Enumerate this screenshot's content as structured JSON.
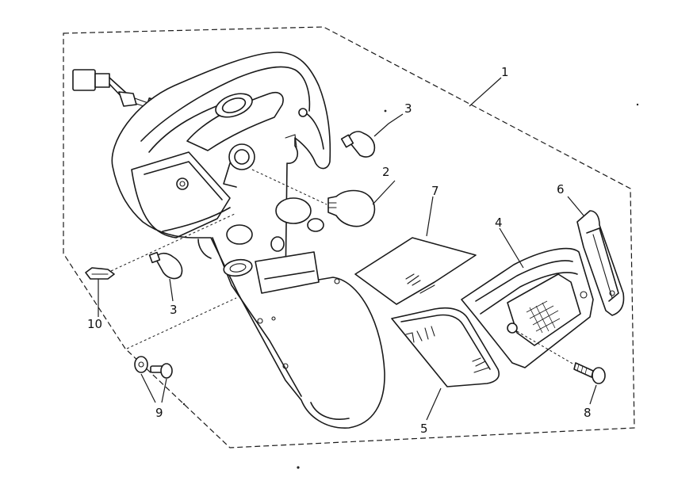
{
  "diagram": {
    "callouts": [
      {
        "id": "1",
        "text": "1"
      },
      {
        "id": "2",
        "text": "2"
      },
      {
        "id": "3a",
        "text": "3"
      },
      {
        "id": "3b",
        "text": "3"
      },
      {
        "id": "4",
        "text": "4"
      },
      {
        "id": "5",
        "text": "5"
      },
      {
        "id": "6",
        "text": "6"
      },
      {
        "id": "7",
        "text": "7"
      },
      {
        "id": "8",
        "text": "8"
      },
      {
        "id": "9",
        "text": "9"
      },
      {
        "id": "10",
        "text": "10"
      }
    ]
  }
}
